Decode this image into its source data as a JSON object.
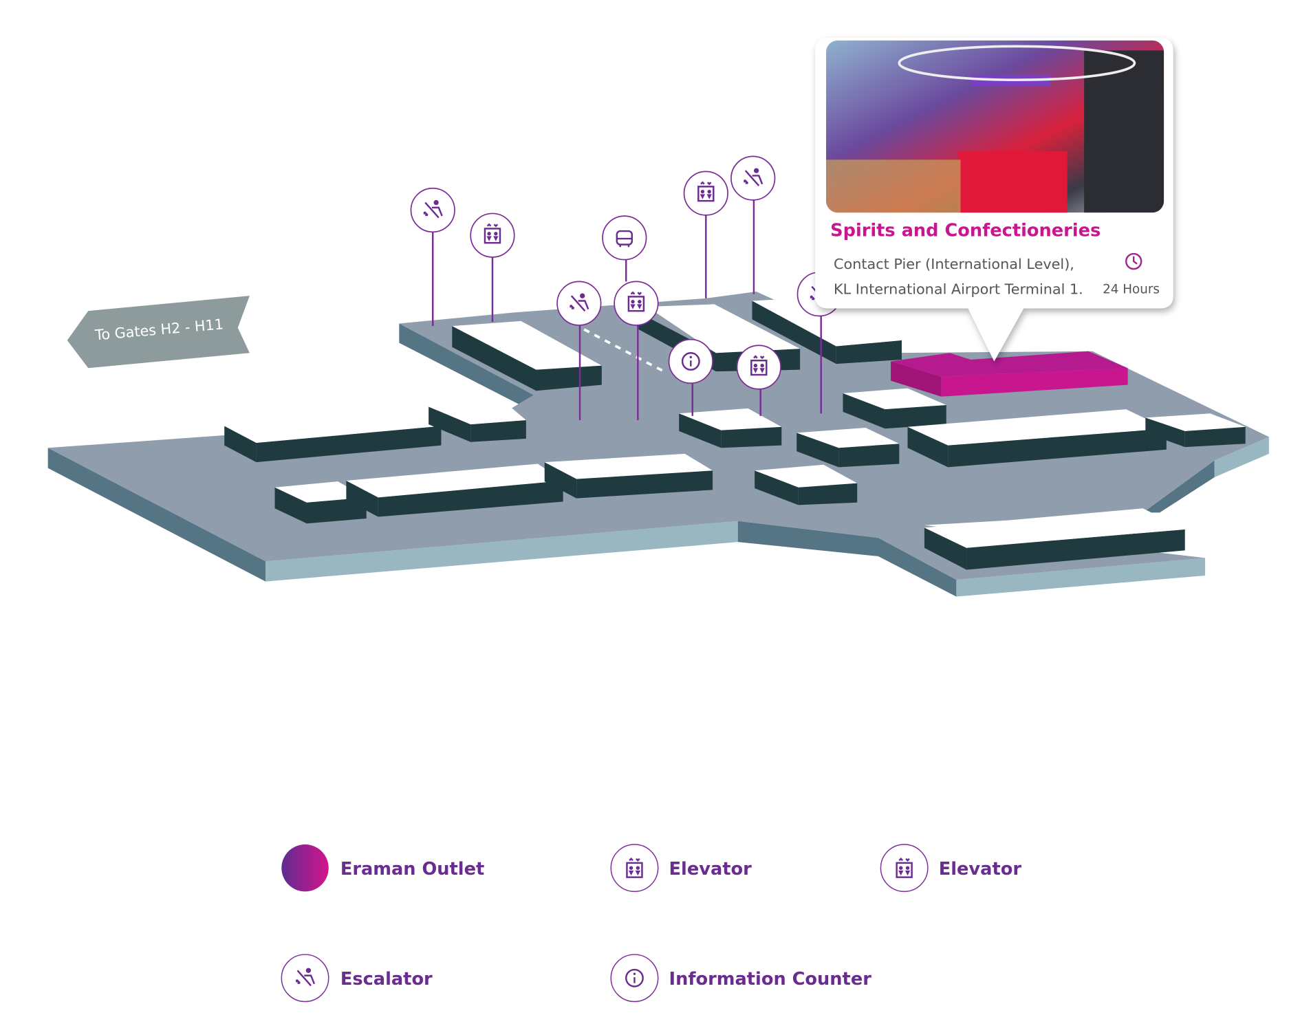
{
  "map": {
    "gates_sign": "To Gates H2 - H11",
    "highlighted_outlet_color": "#c8168f",
    "pins": [
      {
        "type": "escalator",
        "icon": "escalator-icon"
      },
      {
        "type": "elevator",
        "icon": "elevator-icon"
      },
      {
        "type": "shuttle",
        "icon": "train-icon"
      },
      {
        "type": "escalator",
        "icon": "escalator-icon"
      },
      {
        "type": "elevator",
        "icon": "elevator-icon"
      },
      {
        "type": "elevator",
        "icon": "elevator-icon"
      },
      {
        "type": "escalator",
        "icon": "escalator-icon"
      },
      {
        "type": "information",
        "icon": "info-icon"
      },
      {
        "type": "elevator",
        "icon": "elevator-icon"
      },
      {
        "type": "escalator",
        "icon": "escalator-icon"
      }
    ]
  },
  "card": {
    "title": "Spirits and Confectioneries",
    "address_line1": "Contact Pier (International Level),",
    "address_line2": "KL International Airport Terminal 1.",
    "hours": "24 Hours",
    "accent": "#c8168f"
  },
  "legend": [
    {
      "label": "Eraman Outlet",
      "icon": "outlet-swatch"
    },
    {
      "label": "Elevator",
      "icon": "elevator-icon"
    },
    {
      "label": "Elevator",
      "icon": "elevator-icon"
    },
    {
      "label": "Escalator",
      "icon": "escalator-icon"
    },
    {
      "label": "Information Counter",
      "icon": "info-icon"
    }
  ]
}
